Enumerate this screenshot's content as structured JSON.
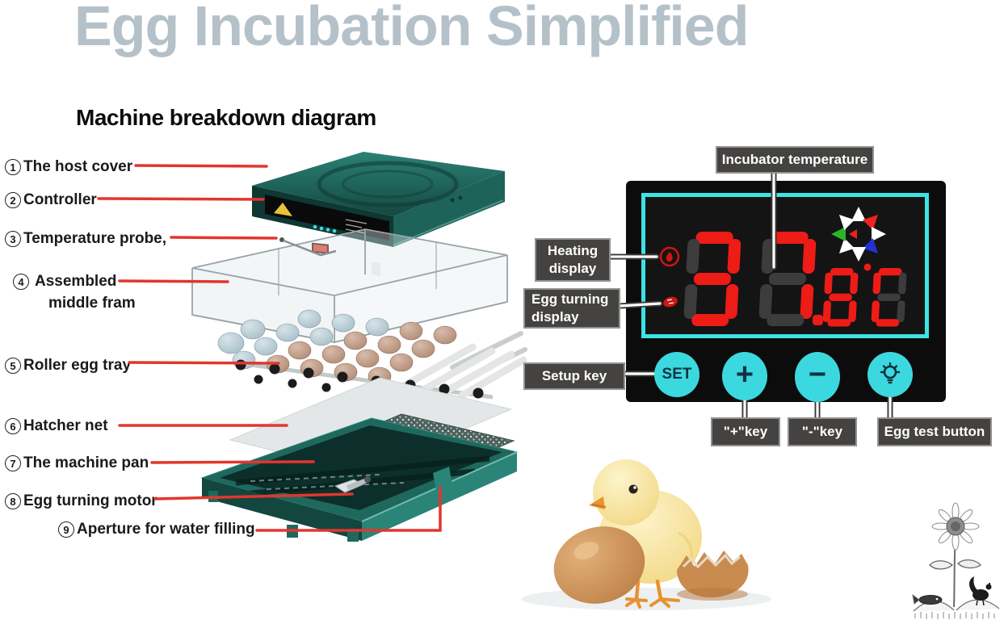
{
  "title": "Egg Incubation Simplified",
  "diagram": {
    "heading": "Machine breakdown diagram",
    "parts": [
      {
        "num": "1",
        "label": "The host cover"
      },
      {
        "num": "2",
        "label": "Controller"
      },
      {
        "num": "3",
        "label": "Temperature probe,"
      },
      {
        "num": "4",
        "label": "Assembled",
        "label2": "middle fram"
      },
      {
        "num": "5",
        "label": "Roller egg tray"
      },
      {
        "num": "6",
        "label": "Hatcher net"
      },
      {
        "num": "7",
        "label": "The machine pan"
      },
      {
        "num": "8",
        "label": "Egg turning motor"
      },
      {
        "num": "9",
        "label": "Aperture for water filling"
      }
    ]
  },
  "panel": {
    "callouts": {
      "incubator_temperature": "Incubator temperature",
      "heating_line1": "Heating",
      "heating_line2": "display",
      "egg_turning_line1": "Egg turning",
      "egg_turning_line2": "display",
      "setup_key": "Setup key",
      "plus_key": "\"+\"key",
      "minus_key": "\"-\"key",
      "egg_test_button": "Egg test button"
    },
    "buttons": {
      "set": "SET",
      "plus": "+",
      "minus": "−"
    },
    "display": {
      "temperature_reading": "37.8",
      "unit": "°C"
    }
  },
  "colors": {
    "title_gray_blue": "#b5c1c8",
    "leader_red": "#e2362e",
    "segment_red": "#ed1c16",
    "segment_off": "#3c3c3c",
    "button_cyan": "#3cd8df",
    "frame_cyan": "#3ee3e3",
    "machine_teal": "#1f685e",
    "callout_box": "#454341"
  }
}
